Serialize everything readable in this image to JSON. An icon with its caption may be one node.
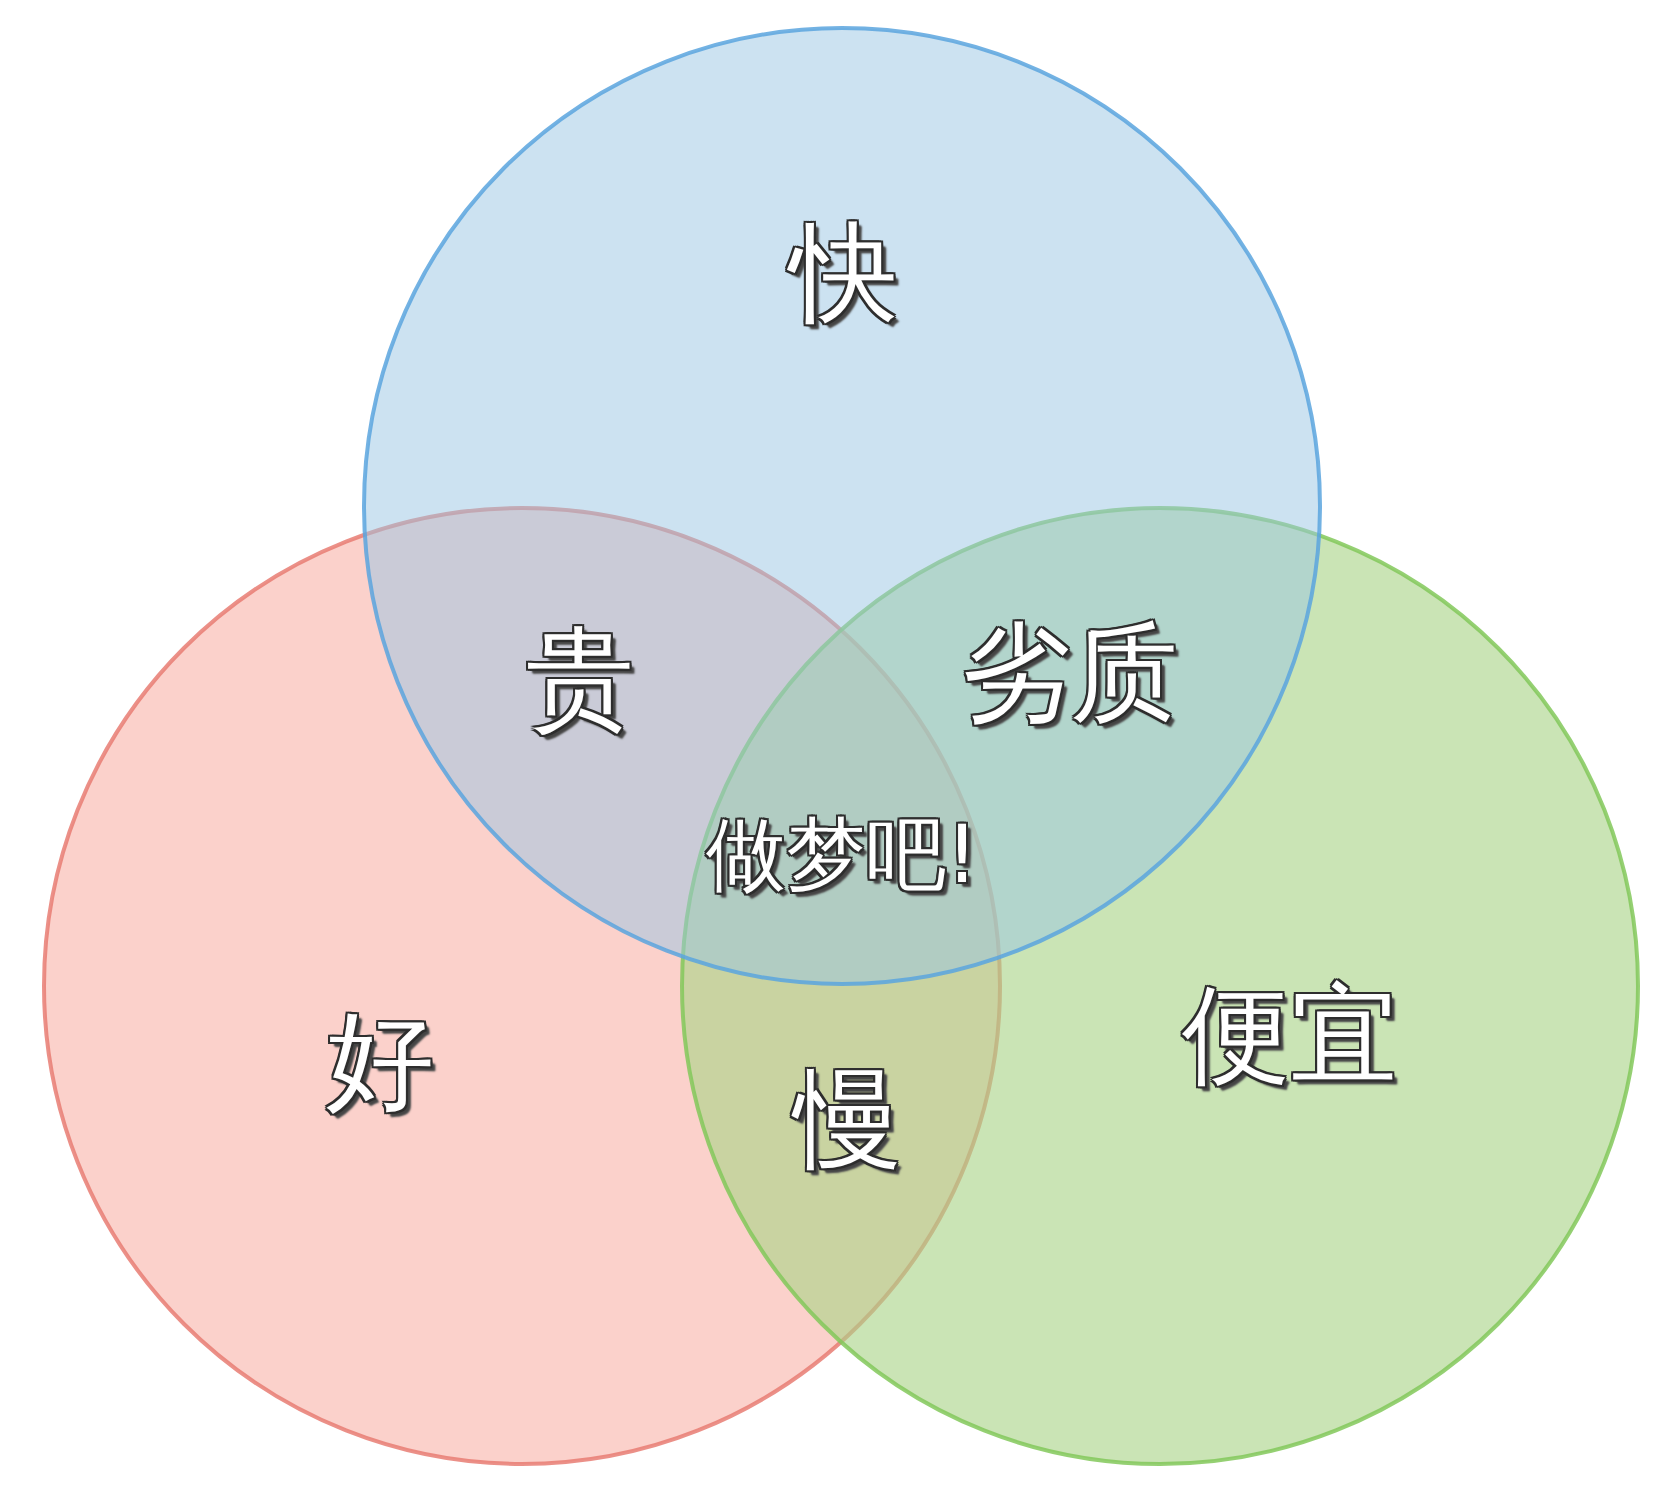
{
  "diagram": {
    "nodes": [
      {
        "text": [
          "快"
        ]
      },
      {
        "text": [
          "好"
        ]
      },
      {
        "text": [
          "便宜"
        ]
      }
    ],
    "labels": [
      "贵",
      "劣质",
      "做梦吧!",
      "慢"
    ]
  }
}
